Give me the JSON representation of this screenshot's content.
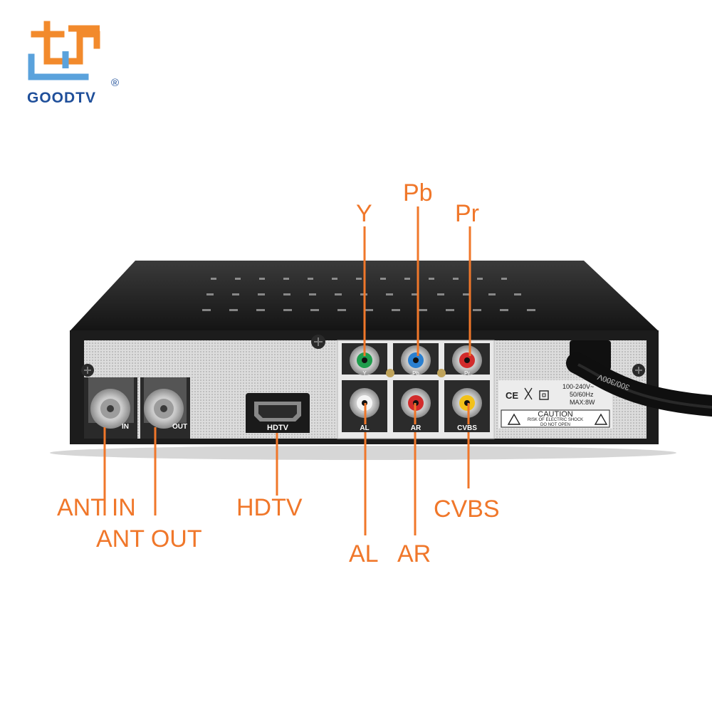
{
  "brand": {
    "name": "GOODTV",
    "registered_mark": "®",
    "logo_colors": {
      "orange": "#f28a2c",
      "blue": "#5aa2dc"
    }
  },
  "device_labels": {
    "ant_in_short": "IN",
    "ant_out_short": "OUT",
    "hdtv": "HDTV",
    "y": "Y",
    "pb": "Pb",
    "pr": "Pr",
    "al": "AL",
    "ar": "AR",
    "cvbs": "CVBS",
    "power_rating_1": "100-240V~",
    "power_rating_2": "50/60Hz",
    "power_rating_3": "MAX:8W",
    "ce_mark": "CE",
    "caution_title": "CAUTION",
    "caution_line_1": "RISK OF ELECTRIC SHOCK",
    "caution_line_2": "DO NOT OPEN",
    "cable_print": "300/300V"
  },
  "callouts": {
    "y": "Y",
    "pb": "Pb",
    "pr": "Pr",
    "ant_in": "ANT IN",
    "ant_out": "ANT OUT",
    "hdtv": "HDTV",
    "al": "AL",
    "ar": "AR",
    "cvbs": "CVBS"
  },
  "colors": {
    "callout": "#f0772a",
    "jack_green": "#1f9d4c",
    "jack_blue": "#2a7fd0",
    "jack_red": "#d22b2b",
    "jack_yellow": "#f2c11a",
    "jack_white": "#f5f5f5"
  }
}
